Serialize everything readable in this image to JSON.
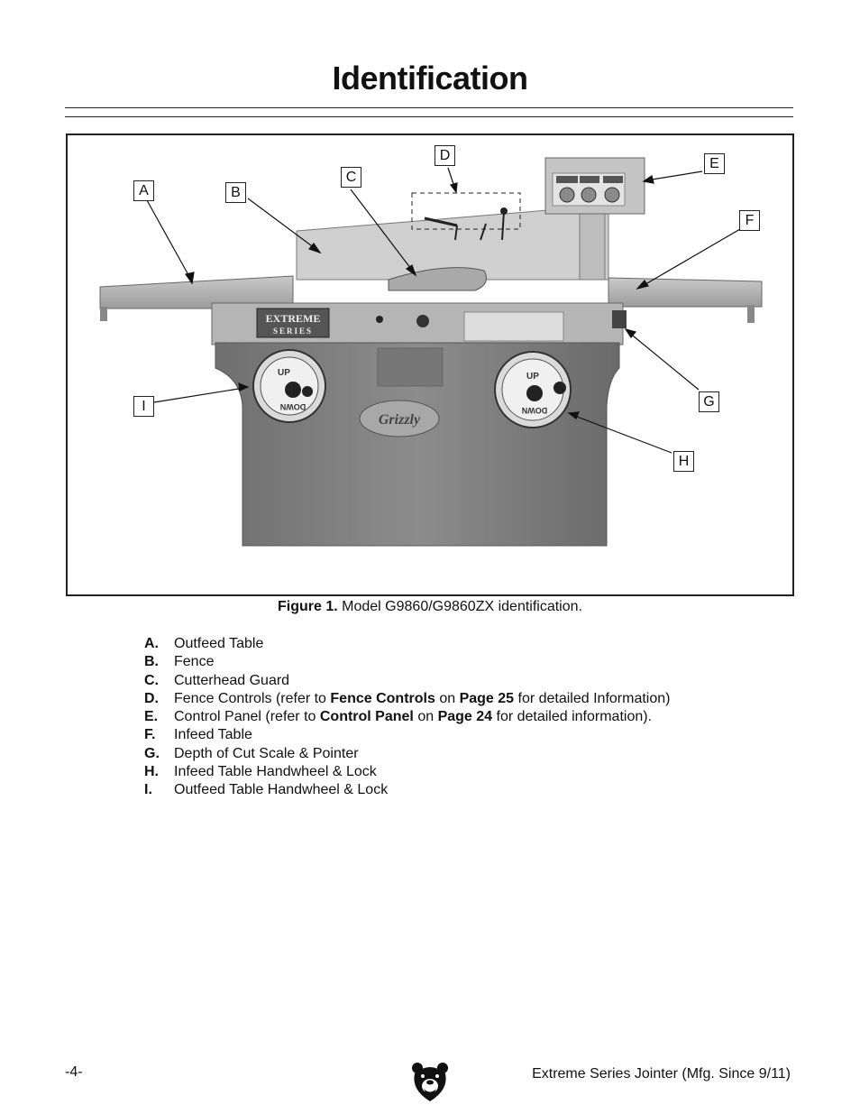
{
  "page": {
    "title": "Identification",
    "page_number": "-4-",
    "footer_title": "Extreme Series Jointer (Mfg. Since 9/11)"
  },
  "figure": {
    "caption_label": "Figure 1.",
    "caption_text": " Model G9860/G9860ZX identification.",
    "callouts": {
      "a": "A",
      "b": "B",
      "c": "C",
      "d": "D",
      "e": "E",
      "f": "F",
      "g": "G",
      "h": "H",
      "i": "I"
    },
    "machine_markings": {
      "badge_line1": "EXTREME",
      "badge_line2": "SERIES",
      "brand": "Grizzly",
      "handwheel_up": "UP",
      "handwheel_down": "DOWN"
    }
  },
  "parts": [
    {
      "letter": "A.",
      "text": "Outfeed Table"
    },
    {
      "letter": "B.",
      "text": "Fence"
    },
    {
      "letter": "C.",
      "text": "Cutterhead Guard"
    },
    {
      "letter": "D.",
      "text_before": "Fence Controls (refer to ",
      "bold1": "Fence Controls",
      "mid": " on ",
      "bold2": "Page 25",
      "text_after": " for detailed Information)"
    },
    {
      "letter": "E.",
      "text_before": "Control Panel (refer to ",
      "bold1": "Control Panel",
      "mid": " on ",
      "bold2": "Page 24",
      "text_after": " for detailed information)."
    },
    {
      "letter": "F.",
      "text": "Infeed Table"
    },
    {
      "letter": "G.",
      "text": "Depth of Cut Scale & Pointer"
    },
    {
      "letter": "H.",
      "text": "Infeed Table Handwheel & Lock"
    },
    {
      "letter": "I.",
      "text": "Outfeed Table Handwheel & Lock"
    }
  ]
}
